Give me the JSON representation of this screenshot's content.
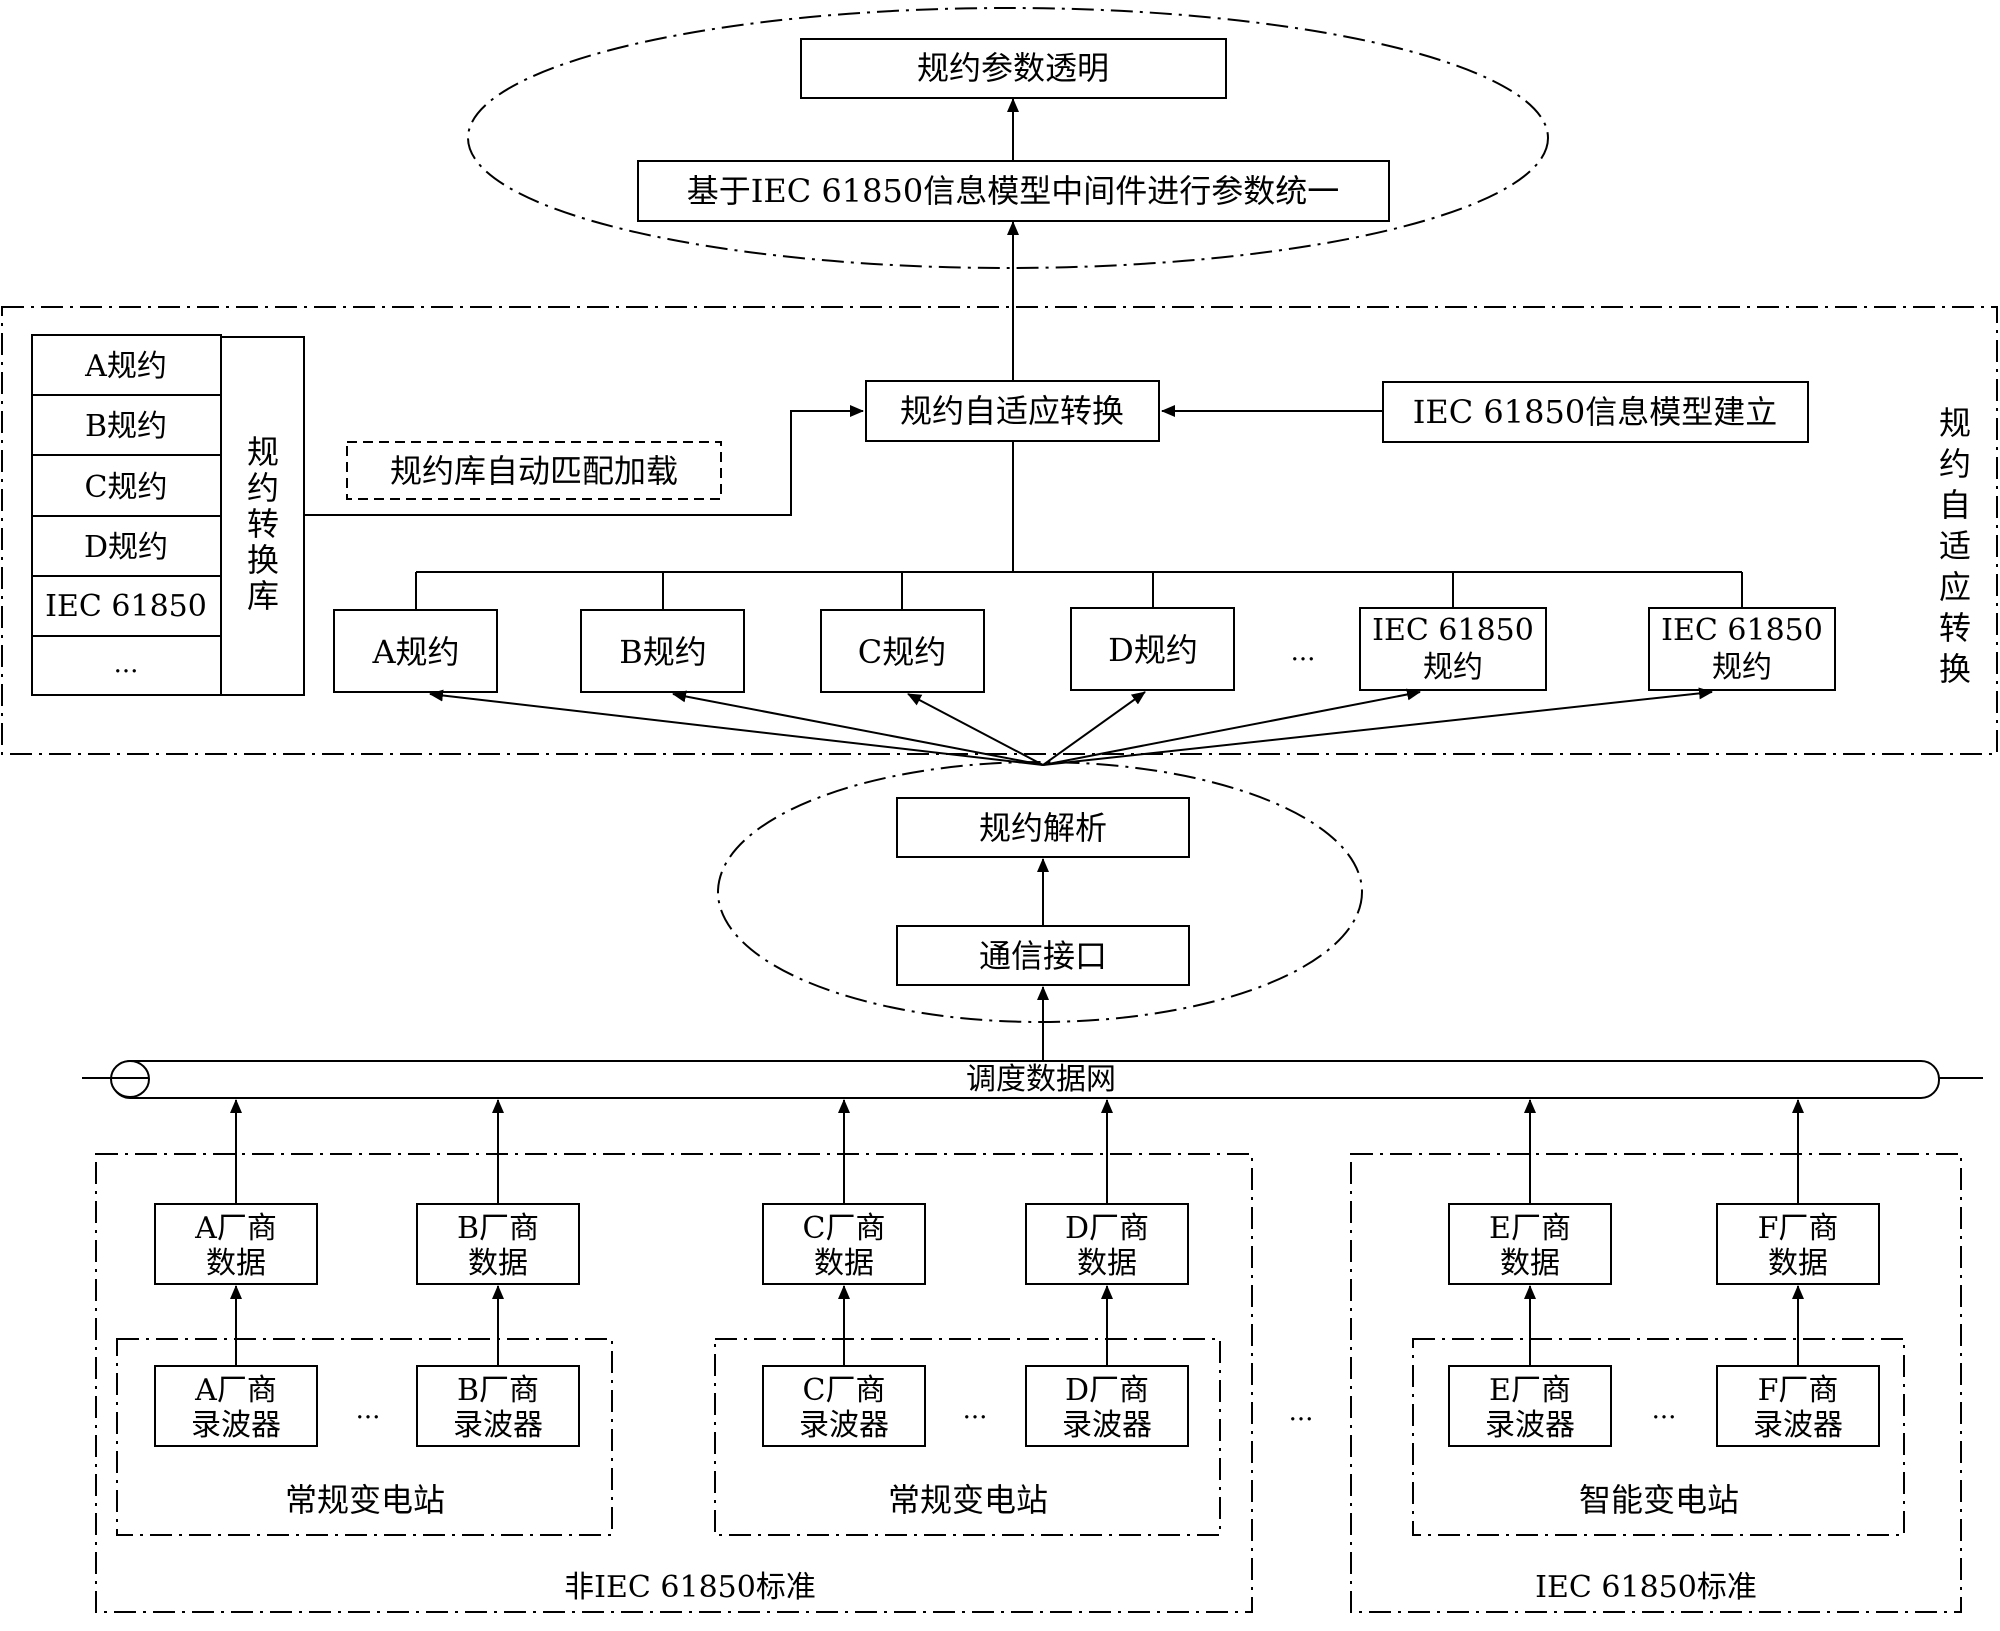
{
  "top": {
    "transparent": "规约参数透明",
    "unify": "基于IEC 61850信息模型中间件进行参数统一"
  },
  "adaptive": {
    "side_label": "规约自适应转换",
    "center": "规约自适应转换",
    "model_build": "IEC 61850信息模型建立",
    "auto_load": "规约库自动匹配加载",
    "library": {
      "title": "规约转换库",
      "items": [
        "A规约",
        "B规约",
        "C规约",
        "D规约",
        "IEC 61850",
        "..."
      ]
    },
    "protocols": [
      {
        "line1": "A规约",
        "line2": ""
      },
      {
        "line1": "B规约",
        "line2": ""
      },
      {
        "line1": "C规约",
        "line2": ""
      },
      {
        "line1": "D规约",
        "line2": ""
      },
      {
        "line1": "IEC 61850",
        "line2": "规约"
      },
      {
        "line1": "IEC 61850",
        "line2": "规约"
      }
    ],
    "ellipsis": "..."
  },
  "parse": {
    "analyze": "规约解析",
    "interface": "通信接口"
  },
  "network": "调度数据网",
  "vendors": [
    {
      "line1": "A厂商",
      "line2": "数据"
    },
    {
      "line1": "B厂商",
      "line2": "数据"
    },
    {
      "line1": "C厂商",
      "line2": "数据"
    },
    {
      "line1": "D厂商",
      "line2": "数据"
    },
    {
      "line1": "E厂商",
      "line2": "数据"
    },
    {
      "line1": "F厂商",
      "line2": "数据"
    }
  ],
  "recorders": [
    {
      "line1": "A厂商",
      "line2": "录波器"
    },
    {
      "line1": "B厂商",
      "line2": "录波器"
    },
    {
      "line1": "C厂商",
      "line2": "录波器"
    },
    {
      "line1": "D厂商",
      "line2": "录波器"
    },
    {
      "line1": "E厂商",
      "line2": "录波器"
    },
    {
      "line1": "F厂商",
      "line2": "录波器"
    }
  ],
  "stations": [
    "常规变电站",
    "常规变电站",
    "智能变电站"
  ],
  "standards": {
    "non_iec": "非IEC 61850标准",
    "iec": "IEC 61850标准"
  },
  "ellipsis": "..."
}
